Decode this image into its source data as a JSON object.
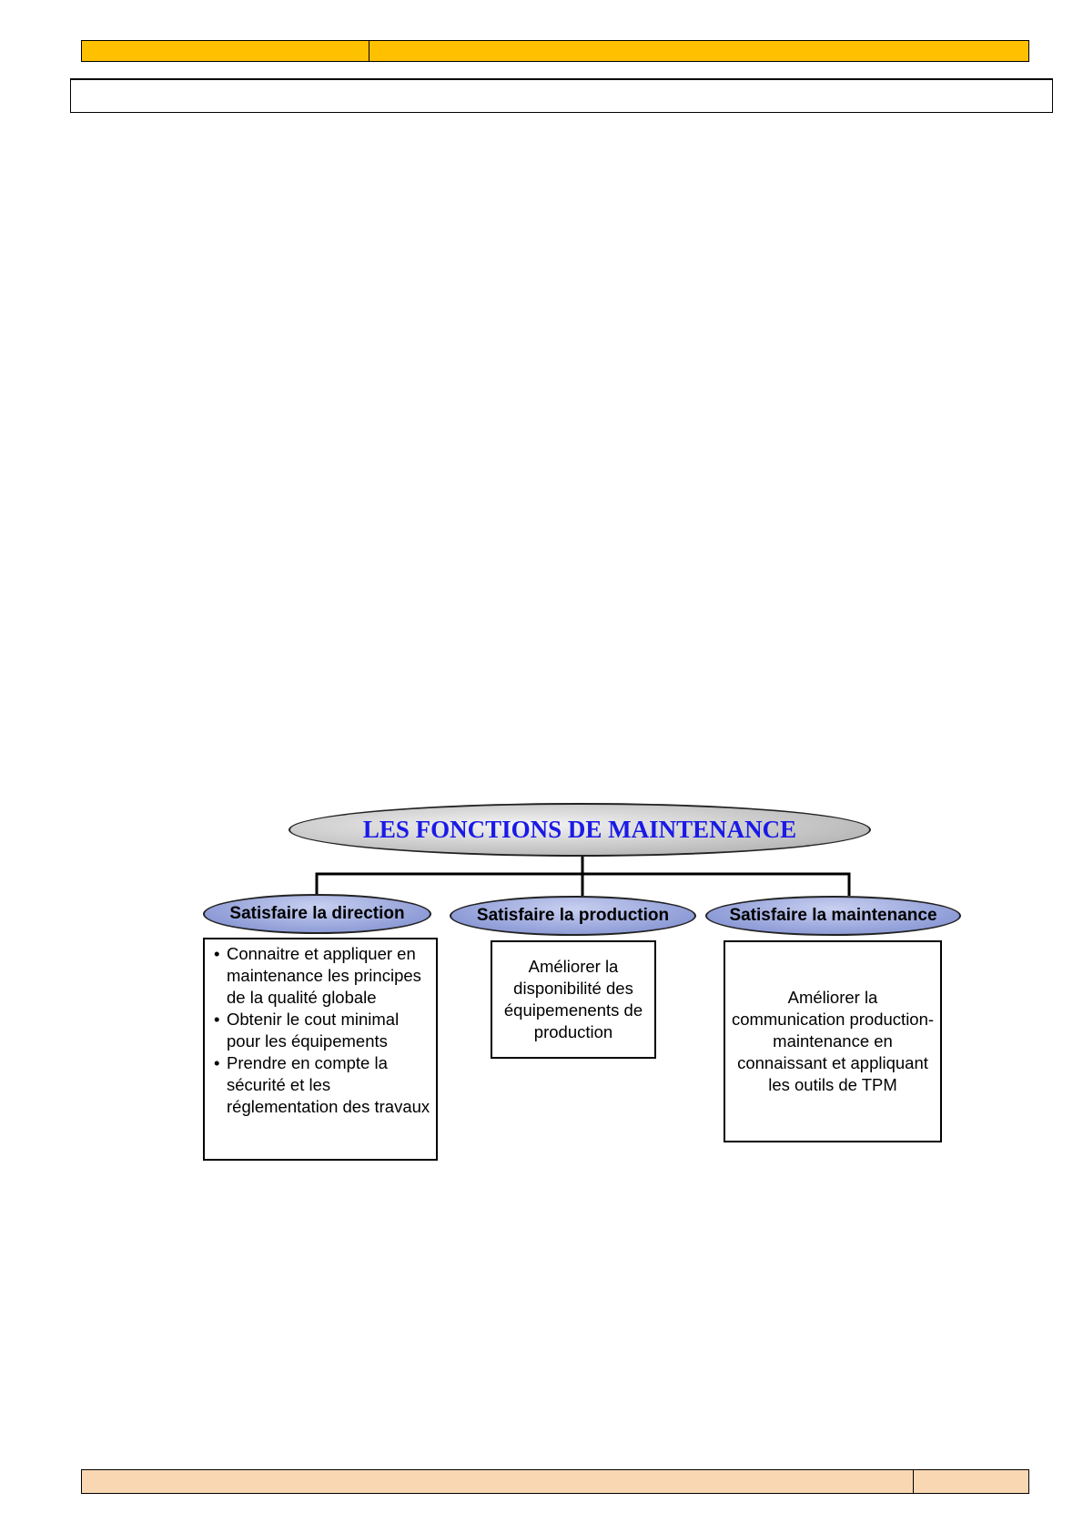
{
  "diagram": {
    "title": "LES FONCTIONS DE MAINTENANCE",
    "branches": [
      {
        "label": "Satisfaire la direction",
        "items": [
          "Connaitre et appliquer en maintenance les principes de la qualité globale",
          "Obtenir le cout minimal pour les équipements",
          "Prendre en compte la sécurité et les réglementation des travaux"
        ]
      },
      {
        "label": "Satisfaire la production",
        "text": "Améliorer la disponibilité des équipemenents de production"
      },
      {
        "label": "Satisfaire la maintenance",
        "text": "Améliorer la communication production-maintenance en connaissant et appliquant les outils de TPM"
      }
    ]
  },
  "colors": {
    "header": "#ffc000",
    "footer": "#fad7b3",
    "title_text": "#1a1ae6",
    "branch_fill": "#8c9ad6"
  }
}
